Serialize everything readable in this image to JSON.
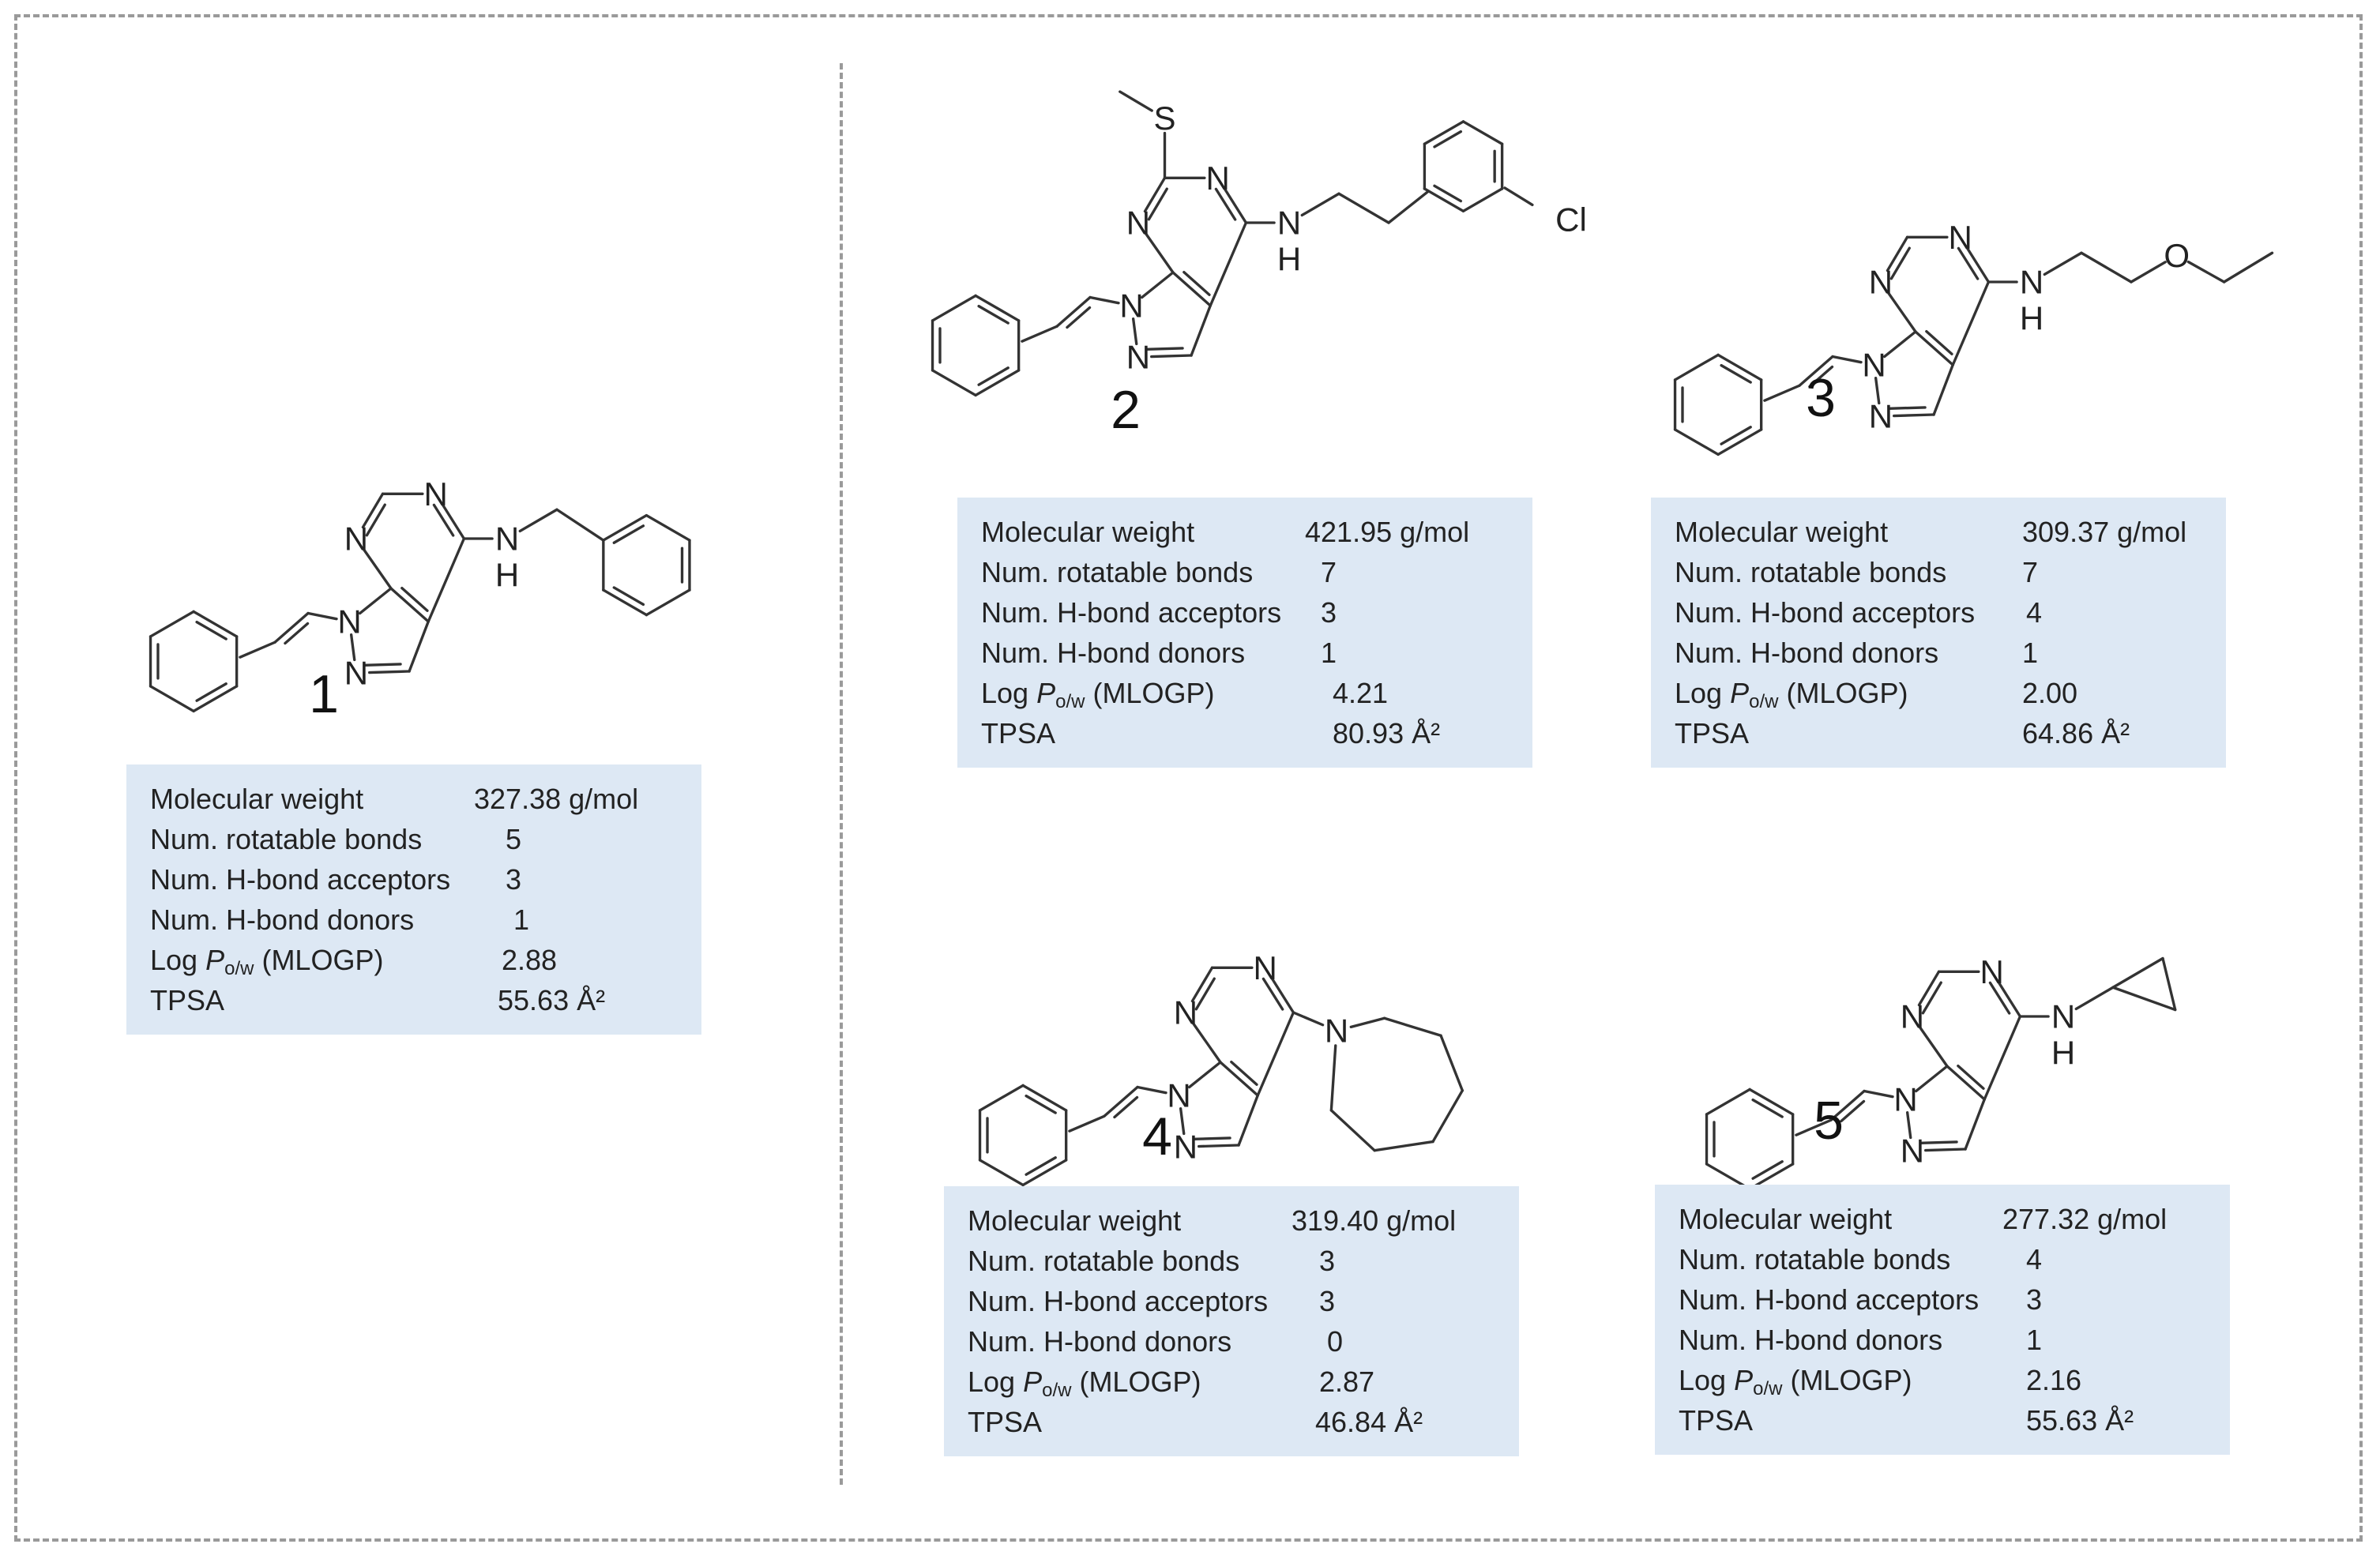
{
  "compounds": [
    {
      "number": "1",
      "molecule": {
        "kind": "styryl-pyrazolopyrimidine",
        "amine_substituent": "benzylamino",
        "atom_labels": {
          "N1": "N",
          "N2": "N",
          "N3": "N",
          "N4": "N",
          "NH": "N",
          "H": "H"
        }
      },
      "props": {
        "mw_label": "Molecular weight",
        "mw": "327.38 g/mol",
        "rot_label": "Num. rotatable bonds",
        "rot": "5",
        "acc_label": "Num. H-bond acceptors",
        "acc": "3",
        "don_label": "Num. H-bond donors",
        "don": "1",
        "logp_prefix": "Log ",
        "logp_P": "P",
        "logp_sub": "o/w",
        "logp_suffix": " (MLOGP)",
        "logp": "2.88",
        "tpsa_label": "TPSA",
        "tpsa": "55.63 Å²"
      }
    },
    {
      "number": "2",
      "molecule": {
        "kind": "styryl-pyrazolopyrimidine",
        "amine_substituent": "3-chlorophenethylamino",
        "c6_substituent": "methylthio",
        "atom_labels": {
          "N1": "N",
          "N2": "N",
          "N3": "N",
          "N4": "N",
          "NH": "N",
          "H": "H",
          "S": "S",
          "Cl": "Cl"
        }
      },
      "props": {
        "mw_label": "Molecular weight",
        "mw": "421.95 g/mol",
        "rot_label": "Num. rotatable bonds",
        "rot": "7",
        "acc_label": "Num. H-bond acceptors",
        "acc": "3",
        "don_label": "Num. H-bond donors",
        "don": "1",
        "logp_prefix": "Log ",
        "logp_P": "P",
        "logp_sub": "o/w",
        "logp_suffix": " (MLOGP)",
        "logp": "4.21",
        "tpsa_label": "TPSA",
        "tpsa": "80.93 Å²"
      }
    },
    {
      "number": "3",
      "molecule": {
        "kind": "styryl-pyrazolopyrimidine",
        "amine_substituent": "2-ethoxyethylamino",
        "atom_labels": {
          "N1": "N",
          "N2": "N",
          "N3": "N",
          "N4": "N",
          "NH": "N",
          "H": "H",
          "O": "O"
        }
      },
      "props": {
        "mw_label": "Molecular weight",
        "mw": "309.37 g/mol",
        "rot_label": "Num. rotatable bonds",
        "rot": "7",
        "acc_label": "Num. H-bond acceptors",
        "acc": "4",
        "don_label": "Num. H-bond donors",
        "don": "1",
        "logp_prefix": "Log ",
        "logp_P": "P",
        "logp_sub": "o/w",
        "logp_suffix": " (MLOGP)",
        "logp": "2.00",
        "tpsa_label": "TPSA",
        "tpsa": "64.86 Å²"
      }
    },
    {
      "number": "4",
      "molecule": {
        "kind": "styryl-pyrazolopyrimidine",
        "amine_substituent": "azepan-1-yl",
        "atom_labels": {
          "N1": "N",
          "N2": "N",
          "N3": "N",
          "N4": "N",
          "NR": "N"
        }
      },
      "props": {
        "mw_label": "Molecular weight",
        "mw": "319.40 g/mol",
        "rot_label": "Num. rotatable bonds",
        "rot": "3",
        "acc_label": "Num. H-bond acceptors",
        "acc": "3",
        "don_label": "Num. H-bond donors",
        "don": "0",
        "logp_prefix": "Log ",
        "logp_P": "P",
        "logp_sub": "o/w",
        "logp_suffix": " (MLOGP)",
        "logp": "2.87",
        "tpsa_label": "TPSA",
        "tpsa": "46.84 Å²"
      }
    },
    {
      "number": "5",
      "molecule": {
        "kind": "styryl-pyrazolopyrimidine",
        "amine_substituent": "cyclopropylamino",
        "atom_labels": {
          "N1": "N",
          "N2": "N",
          "N3": "N",
          "N4": "N",
          "NH": "N",
          "H": "H"
        }
      },
      "props": {
        "mw_label": "Molecular weight",
        "mw": "277.32 g/mol",
        "rot_label": "Num. rotatable bonds",
        "rot": "4",
        "acc_label": "Num. H-bond acceptors",
        "acc": "3",
        "don_label": "Num. H-bond donors",
        "don": "1",
        "logp_prefix": "Log ",
        "logp_P": "P",
        "logp_sub": "o/w",
        "logp_suffix": " (MLOGP)",
        "logp": "2.16",
        "tpsa_label": "TPSA",
        "tpsa": "55.63 Å²"
      }
    }
  ]
}
